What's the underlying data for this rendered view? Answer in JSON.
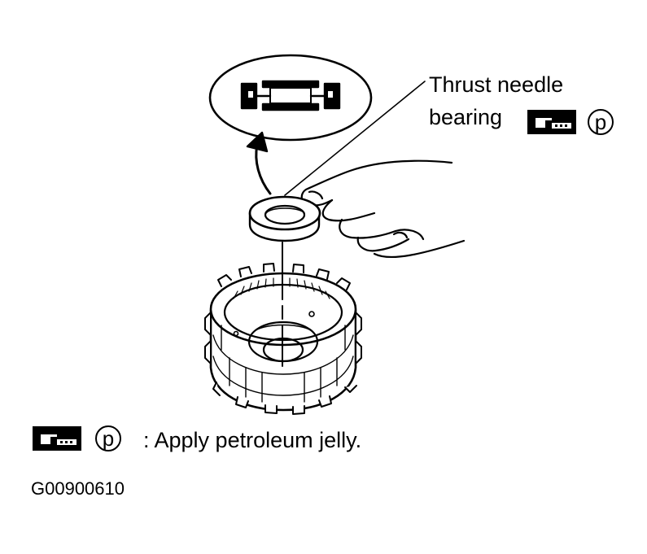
{
  "callout": {
    "line1": "Thrust needle",
    "line2": "bearing",
    "symbol_letter": "p"
  },
  "legend": {
    "symbol_letter": "p",
    "text": ": Apply petroleum jelly."
  },
  "figure_id": "G00900610",
  "icons": {
    "grease_tool": "grease-gun-icon",
    "badge": "circled-p-icon"
  },
  "colors": {
    "ink": "#000000",
    "paper": "#ffffff"
  }
}
